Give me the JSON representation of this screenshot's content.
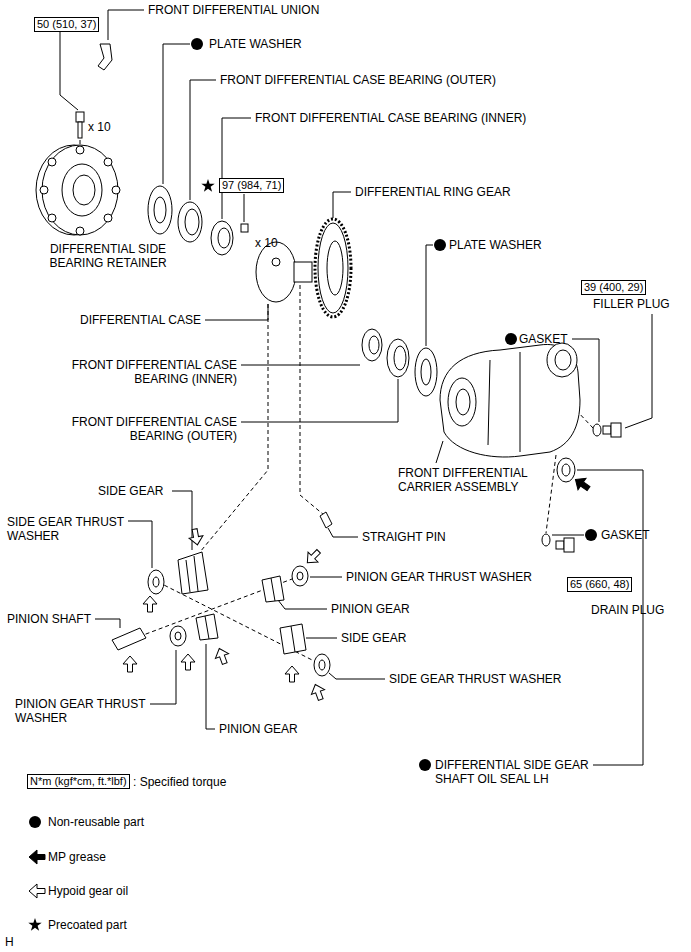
{
  "diagram": {
    "nodes": [
      {
        "text": [
          "50 (510, 37)"
        ]
      },
      {
        "text": [
          "97 (984, 71)"
        ]
      },
      {
        "text": [
          "39 (400, 29)"
        ]
      },
      {
        "text": [
          "65 (660, 48)"
        ]
      },
      {
        "text": [
          "N*m (kgf*cm, ft.*lbf)"
        ]
      }
    ],
    "labels": [
      "FRONT DIFFERENTIAL UNION",
      "PLATE WASHER",
      "FRONT DIFFERENTIAL CASE BEARING (OUTER)",
      "FRONT DIFFERENTIAL CASE BEARING (INNER)",
      "x 10",
      "x 10",
      "DIFFERENTIAL RING GEAR",
      "DIFFERENTIAL SIDE BEARING RETAINER",
      "PLATE WASHER",
      "FILLER PLUG",
      "DIFFERENTIAL CASE",
      "GASKET",
      "FRONT DIFFERENTIAL CASE BEARING (INNER)",
      "FRONT DIFFERENTIAL CASE BEARING (OUTER)",
      "FRONT DIFFERENTIAL CARRIER ASSEMBLY",
      "SIDE GEAR",
      "SIDE GEAR THRUST WASHER",
      "STRAIGHT PIN",
      "GASKET",
      "PINION GEAR THRUST WASHER",
      "PINION GEAR",
      "SIDE GEAR",
      "PINION SHAFT",
      "SIDE GEAR THRUST WASHER",
      "DRAIN PLUG",
      "PINION GEAR THRUST WASHER",
      "PINION GEAR",
      "DIFFERENTIAL SIDE GEAR SHAFT OIL SEAL LH",
      "H"
    ],
    "legend": [
      {
        "text": ": Specified torque"
      },
      {
        "text": "Non-reusable part"
      },
      {
        "text": "MP grease"
      },
      {
        "text": "Hypoid gear oil"
      },
      {
        "text": "Precoated part"
      }
    ]
  }
}
